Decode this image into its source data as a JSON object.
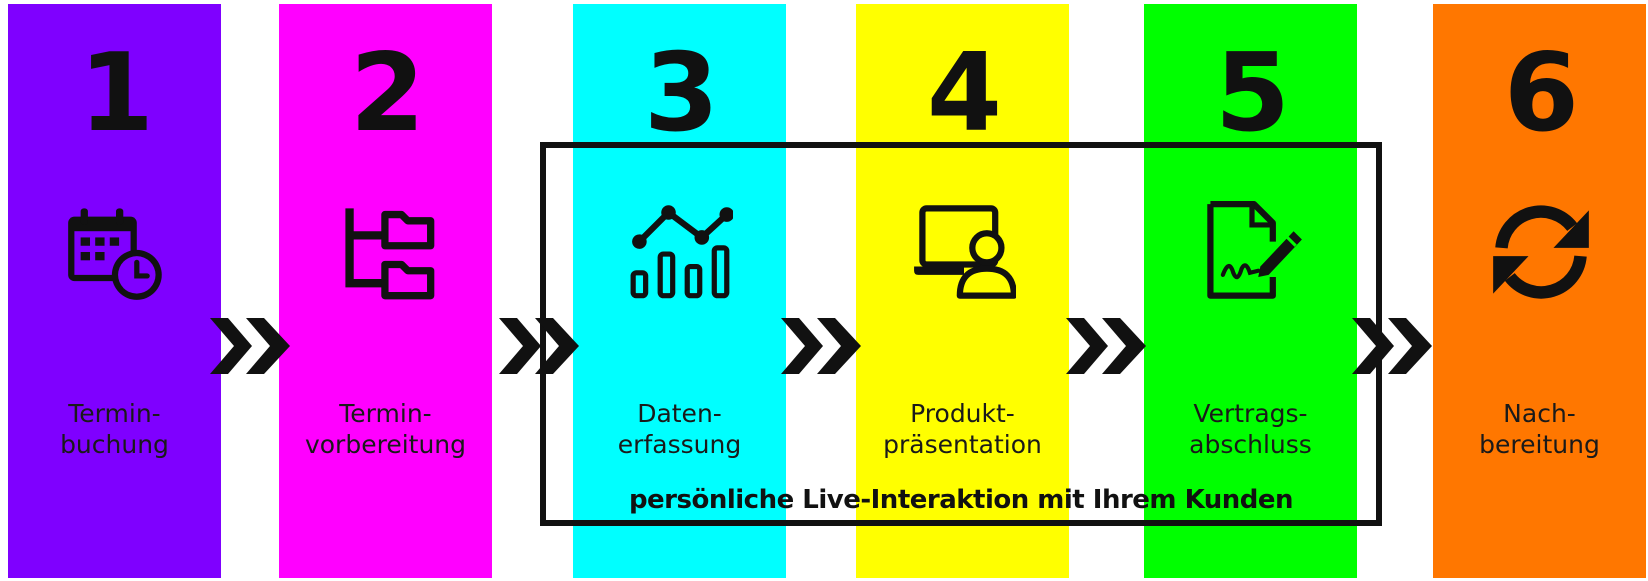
{
  "steps": [
    {
      "number": "1",
      "label_line1": "Termin-",
      "label_line2": "buchung",
      "color": "#7F00FF",
      "icon": "calendar-clock-icon"
    },
    {
      "number": "2",
      "label_line1": "Termin-",
      "label_line2": "vorbereitung",
      "color": "#FF00FF",
      "icon": "folder-tree-icon"
    },
    {
      "number": "3",
      "label_line1": "Daten-",
      "label_line2": "erfassung",
      "color": "#00FFFF",
      "icon": "analytics-chart-icon"
    },
    {
      "number": "4",
      "label_line1": "Produkt-",
      "label_line2": "präsentation",
      "color": "#FFFF00",
      "icon": "laptop-presenter-icon"
    },
    {
      "number": "5",
      "label_line1": "Vertrags-",
      "label_line2": "abschluss",
      "color": "#00FF00",
      "icon": "signed-document-icon"
    },
    {
      "number": "6",
      "label_line1": "Nach-",
      "label_line2": "bereitung",
      "color": "#FF7700",
      "icon": "refresh-cycle-icon"
    }
  ],
  "frame_caption": "persönliche Live-Interaktion mit Ihrem Kunden",
  "colors": {
    "ink": "#111111",
    "background": "#FFFFFF"
  }
}
